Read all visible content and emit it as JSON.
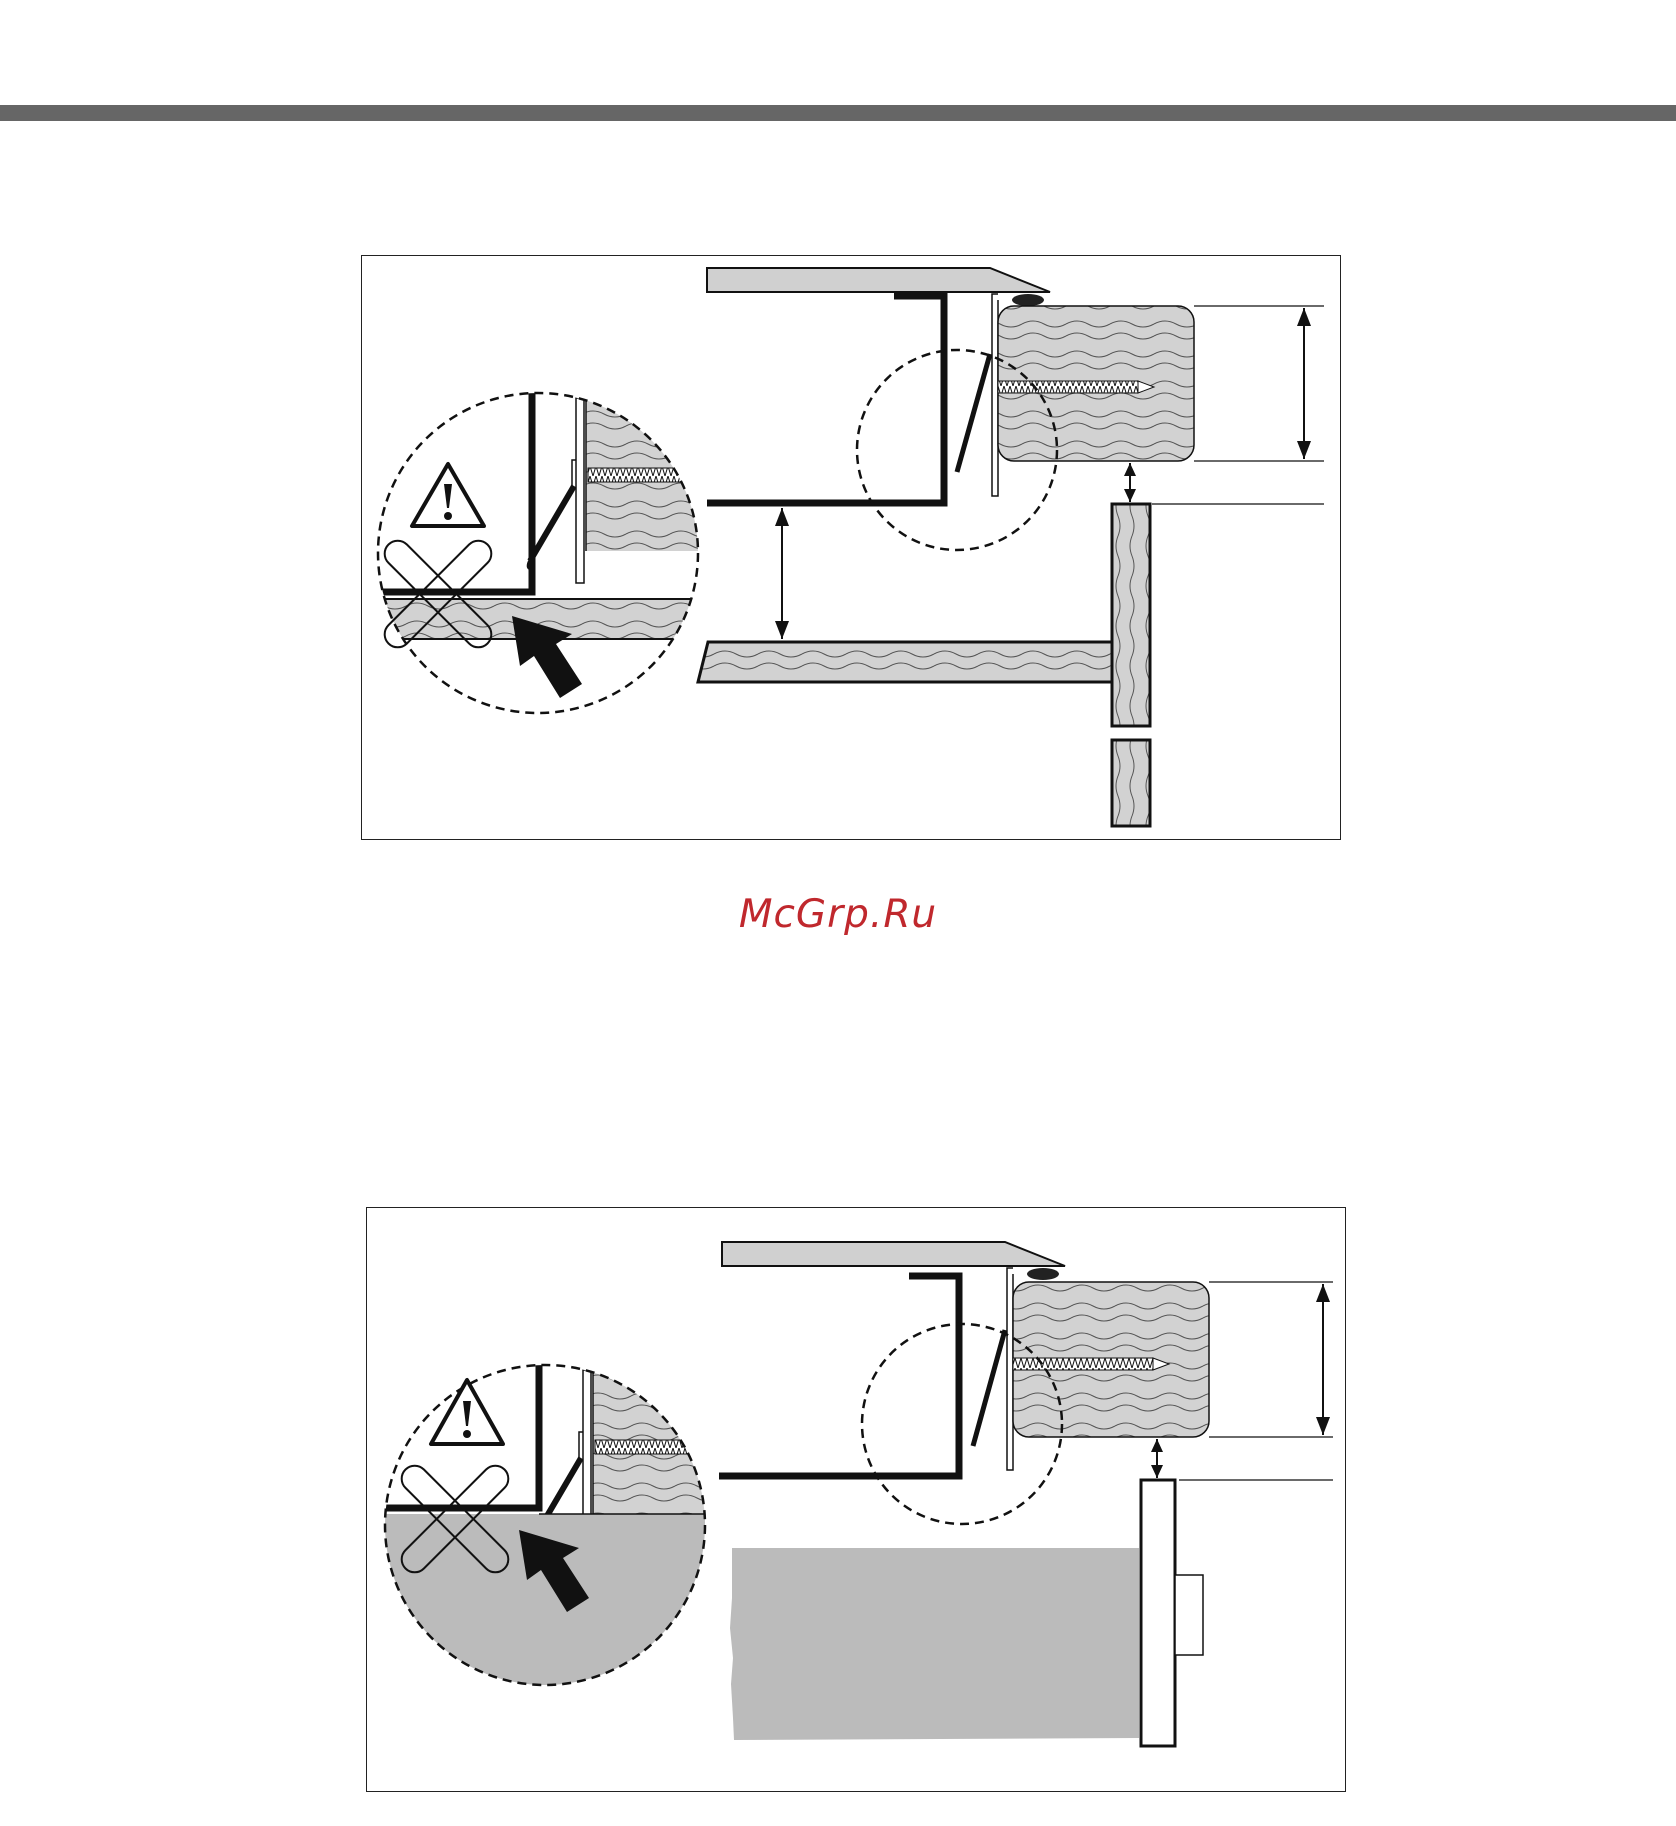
{
  "page": {
    "accent_bar_color": "#666666",
    "watermark": "McGrp.Ru",
    "watermark_color": "#c0282d"
  },
  "figures": [
    {
      "id": "hob-over-drawer",
      "warning_icon": "warning-triangle-icon",
      "prohibited_icon": "cross-mark-icon",
      "pointer_icon": "arrow-pointer-icon"
    },
    {
      "id": "hob-over-oven",
      "warning_icon": "warning-triangle-icon",
      "prohibited_icon": "cross-mark-icon",
      "pointer_icon": "arrow-pointer-icon"
    }
  ]
}
